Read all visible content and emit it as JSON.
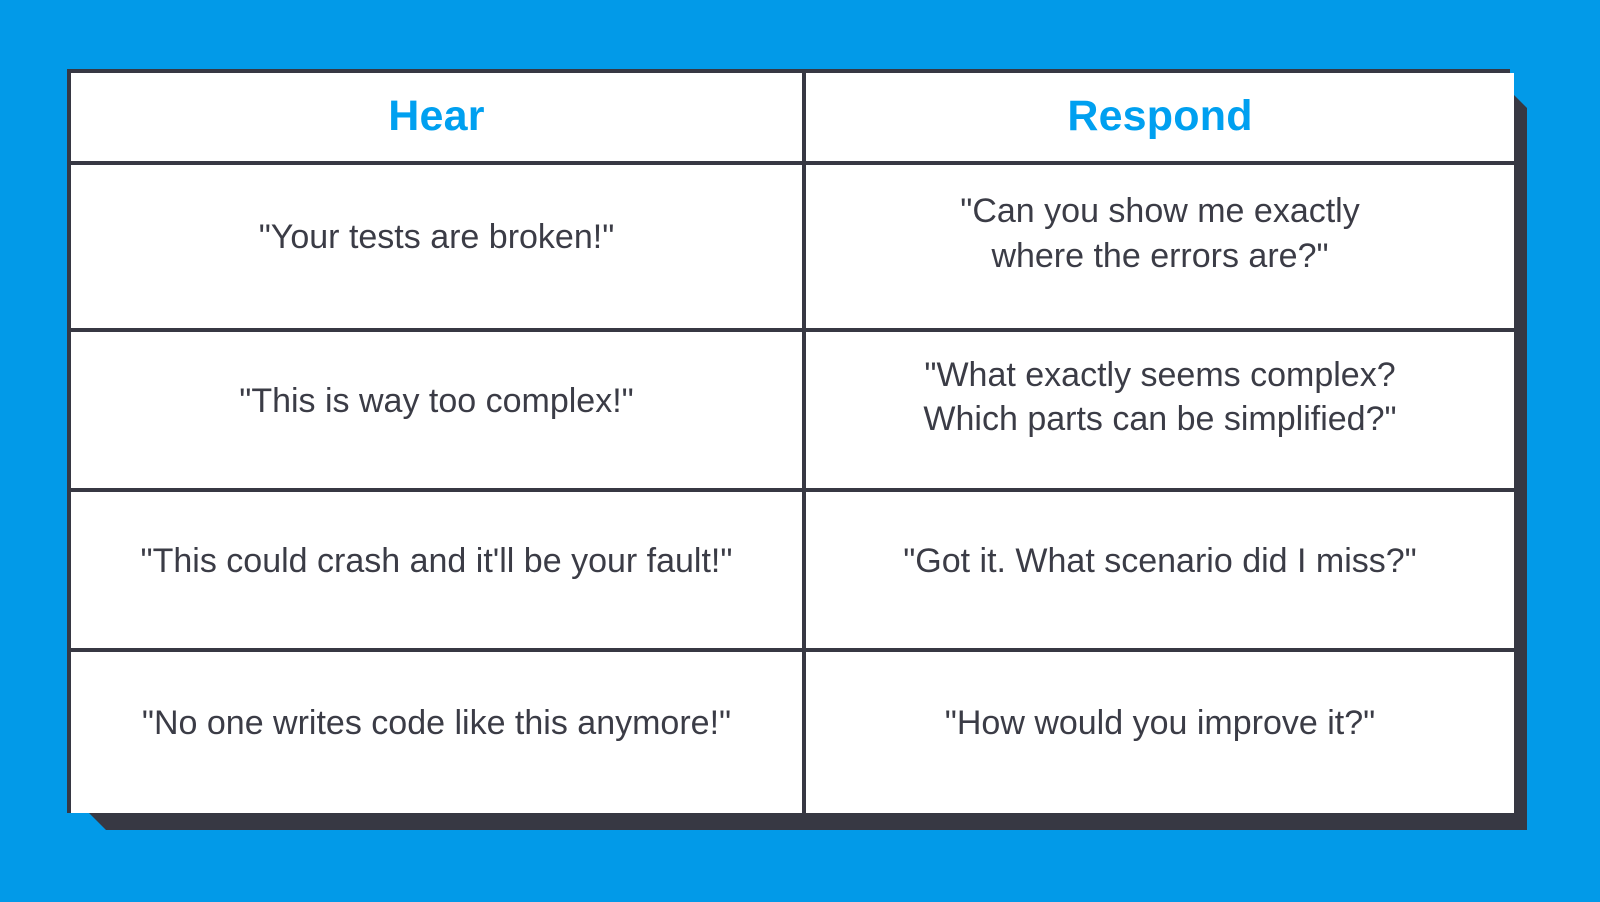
{
  "theme": {
    "background_color": "#029AE8",
    "accent_color": "#00A0F0",
    "border_color": "#373843",
    "text_color": "#3B3C46",
    "cell_background": "#FFFFFF"
  },
  "table": {
    "headers": [
      {
        "label": "Hear"
      },
      {
        "label": "Respond"
      }
    ],
    "rows": [
      {
        "hear": "\"Your tests are broken!\"",
        "respond": "\"Can you show me exactly\nwhere the errors are?\""
      },
      {
        "hear": "\"This is way too complex!\"",
        "respond": "\"What exactly seems complex?\nWhich parts can be simplified?\""
      },
      {
        "hear": "\"This could crash and it'll be your fault!\"",
        "respond": "\"Got it. What scenario did I miss?\""
      },
      {
        "hear": "\"No one writes code like this anymore!\"",
        "respond": "\"How would you improve it?\""
      }
    ]
  }
}
